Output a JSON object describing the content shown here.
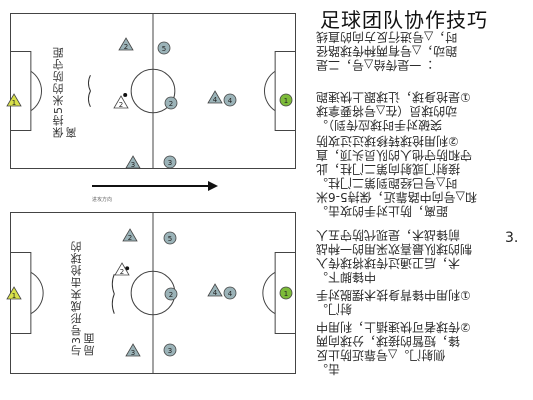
{
  "title": "足球团队协作技巧",
  "diagram_top": {
    "note": "保持5米的防守距离",
    "players": [
      {
        "label": "5",
        "shape": "circle"
      },
      {
        "label": "2",
        "shape": "triangle"
      },
      {
        "label": "2",
        "shape": "circle"
      },
      {
        "label": "3",
        "shape": "triangle"
      },
      {
        "label": "3",
        "shape": "circle"
      },
      {
        "label": "4",
        "shape": "triangle"
      },
      {
        "label": "4",
        "shape": "circle"
      },
      {
        "label": "1",
        "shape": "circle"
      },
      {
        "label": "1",
        "shape": "triangle"
      },
      {
        "label": "2",
        "shape": "triangle"
      }
    ]
  },
  "diagram_bottom": {
    "note": "与3号形成夹击抢球的局面",
    "players": [
      {
        "label": "5",
        "shape": "circle"
      },
      {
        "label": "2",
        "shape": "triangle"
      },
      {
        "label": "2",
        "shape": "circle"
      },
      {
        "label": "3",
        "shape": "triangle"
      },
      {
        "label": "3",
        "shape": "circle"
      },
      {
        "label": "4",
        "shape": "triangle"
      },
      {
        "label": "4",
        "shape": "circle"
      },
      {
        "label": "1",
        "shape": "circle"
      },
      {
        "label": "1",
        "shape": "triangle"
      },
      {
        "label": "2",
        "shape": "triangle"
      }
    ]
  },
  "arrow_caption": "进攻方向",
  "section_number": "3.",
  "text_lines": [
    "时，△号进行反方向的直线",
    "跑动，△号有两种传球路径",
    "：一是传给△号，二是",
    "①是抢身球，让球跟上快速跑",
    "动的球员（在△号将要拿球",
    "突破对手时球应传到）。",
    "②利用抢球转移球过过攻防",
    "守和防守他人的队员头顶，直",
    "接射门或射向第二门柱，此",
    "时△号已经跑到第二门柱。",
    "和△号向中路靠近，保持5-6米",
    "距离，防止对手的攻击。",
    "前锋战术，是现代防守五人",
    "制的球队最喜欢采用的一种战",
    "术，后卫通过传球将球传入",
    "中锋脚下。",
    "①利用中锋背身技术摆脱对手",
    "射门。",
    "②传球者可快速插上，利用中",
    "锋，短暂的接球，分球向两",
    "侧射门。△号靠近防止反",
    "击。"
  ]
}
